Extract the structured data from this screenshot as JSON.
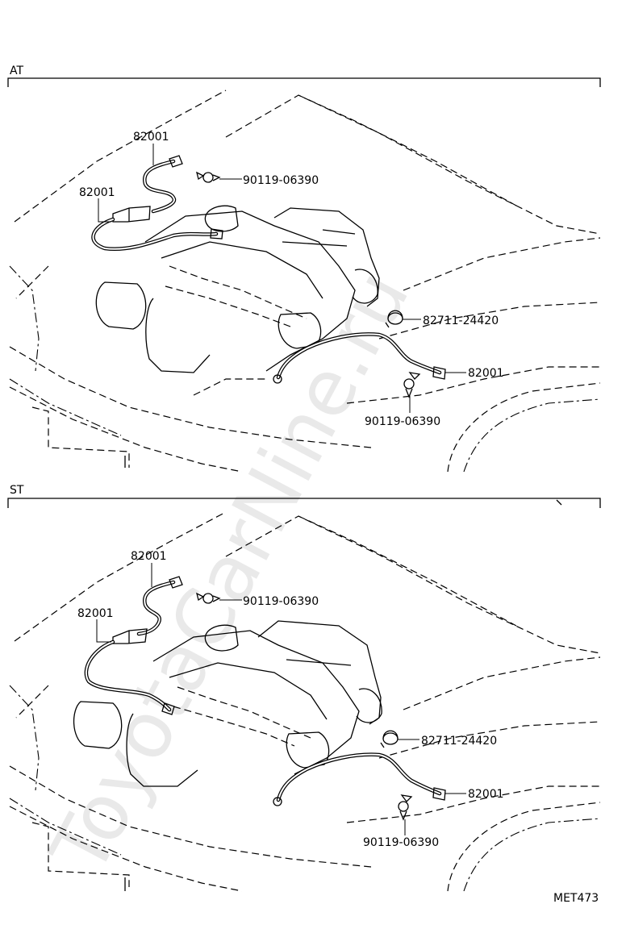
{
  "watermark": "ToyotaCarNine.ru",
  "diagram_code": "MET473",
  "sections": [
    {
      "id": "at",
      "title": "AT",
      "labels": {
        "cable_top": "82001",
        "cable_left": "82001",
        "bolt_top": "90119-06390",
        "clamp": "82711-24420",
        "cable_right": "82001",
        "bolt_bottom": "90119-06390"
      }
    },
    {
      "id": "st",
      "title": "ST",
      "labels": {
        "cable_top": "82001",
        "cable_left": "82001",
        "bolt_top": "90119-06390",
        "clamp": "82711-24420",
        "cable_right": "82001",
        "bolt_bottom": "90119-06390"
      }
    }
  ]
}
